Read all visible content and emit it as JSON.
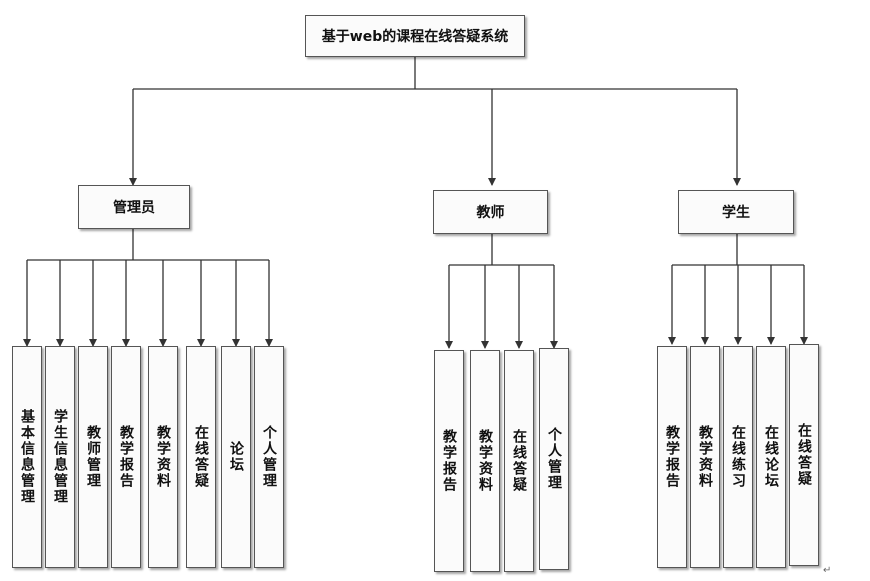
{
  "root": {
    "label": "基于web的课程在线答疑系统"
  },
  "groups": [
    {
      "label": "管理员",
      "children": [
        "基本信息管理",
        "学生信息管理",
        "教师管理",
        "教学报告",
        "教学资料",
        "在线答疑",
        "论坛",
        "个人管理"
      ]
    },
    {
      "label": "教师",
      "children": [
        "教学报告",
        "教学资料",
        "在线答疑",
        "个人管理"
      ]
    },
    {
      "label": "学生",
      "children": [
        "教学报告",
        "教学资料",
        "在线练习",
        "在线论坛",
        "在线答疑"
      ]
    }
  ],
  "paragraph_mark": "↵"
}
